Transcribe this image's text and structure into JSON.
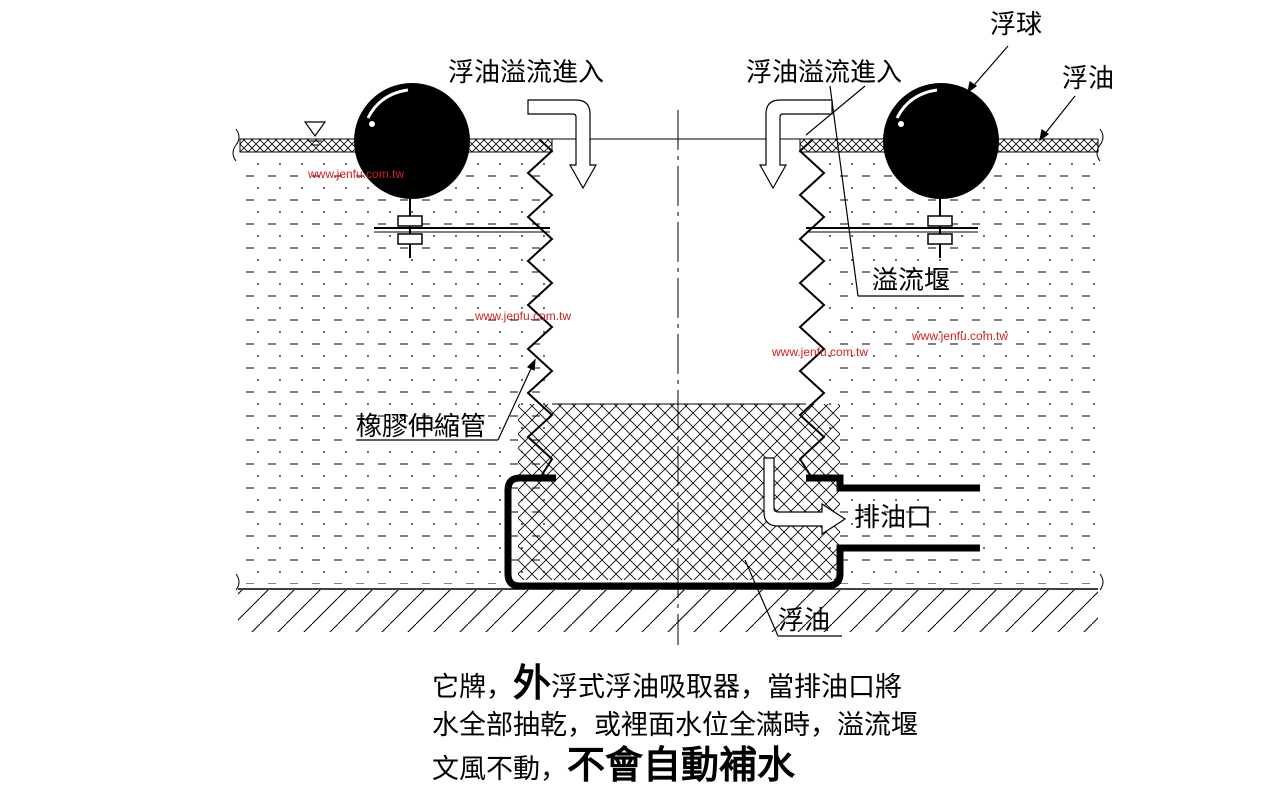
{
  "labels": {
    "float_ball": "浮球",
    "floating_oil_top": "浮油",
    "inflow_left": "浮油溢流進入",
    "inflow_right": "浮油溢流進入",
    "weir": "溢流堰",
    "bellows": "橡膠伸縮管",
    "outlet": "排油口",
    "floating_oil_bottom": "浮油"
  },
  "watermarks": [
    "www.jenfu.com.tw",
    "www.jenfu.com.tw",
    "www.jenfu.com.tw",
    "www.jenfu.com.tw"
  ],
  "caption": {
    "line1_a": "它牌，",
    "line1_big": "外",
    "line1_b": "浮式浮油吸取器，當排油口將",
    "line2": "水全部抽乾，或裡面水位全滿時，溢流堰",
    "line3_a": "文風不動，",
    "line3_big": "不會自動補水"
  },
  "colors": {
    "line": "#000000",
    "watermark": "#d42020",
    "background": "#ffffff"
  }
}
